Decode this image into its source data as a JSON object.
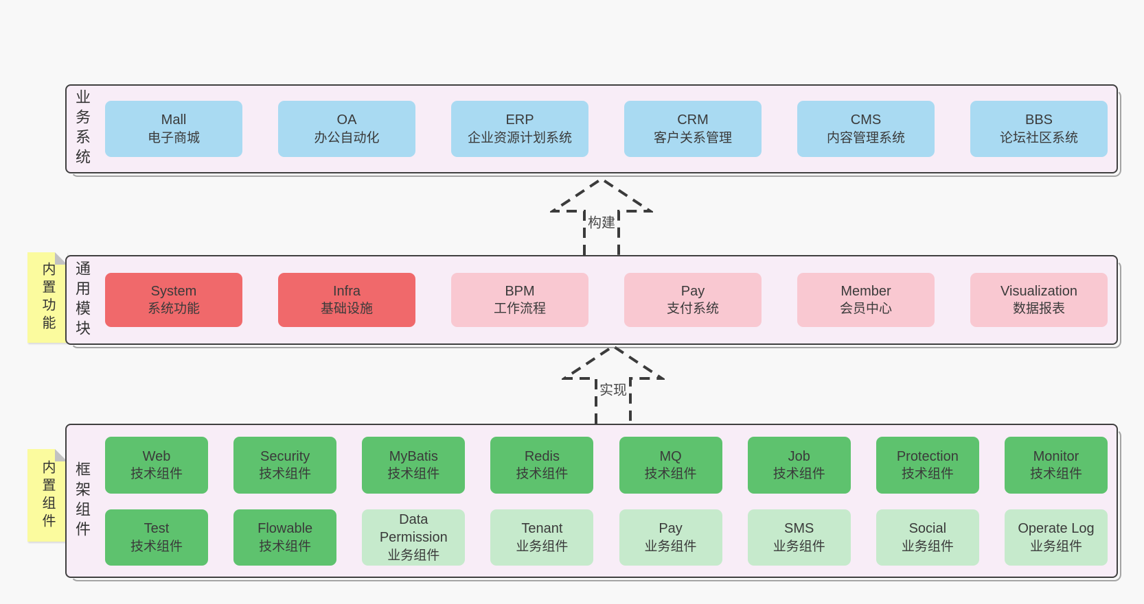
{
  "colors": {
    "page_bg": "#f8f8f8",
    "container_bg": "#f8edf7",
    "container_border": "#3f3f3f",
    "blue": "#a9daf2",
    "red": "#f0696b",
    "pink": "#f9c8d1",
    "green": "#5ec26e",
    "green_light": "#c6eacc",
    "note_yellow": "#fbfb9e",
    "text": "#3a3a3a"
  },
  "layers": {
    "business": {
      "label": "业务系统",
      "boxes": [
        {
          "name": "Mall",
          "subtitle": "电子商城",
          "variant": "blue"
        },
        {
          "name": "OA",
          "subtitle": "办公自动化",
          "variant": "blue"
        },
        {
          "name": "ERP",
          "subtitle": "企业资源计划系统",
          "variant": "blue"
        },
        {
          "name": "CRM",
          "subtitle": "客户关系管理",
          "variant": "blue"
        },
        {
          "name": "CMS",
          "subtitle": "内容管理系统",
          "variant": "blue"
        },
        {
          "name": "BBS",
          "subtitle": "论坛社区系统",
          "variant": "blue"
        }
      ]
    },
    "modules": {
      "label": "通用模块",
      "note": "内置功能",
      "boxes": [
        {
          "name": "System",
          "subtitle": "系统功能",
          "variant": "red"
        },
        {
          "name": "Infra",
          "subtitle": "基础设施",
          "variant": "red"
        },
        {
          "name": "BPM",
          "subtitle": "工作流程",
          "variant": "pink"
        },
        {
          "name": "Pay",
          "subtitle": "支付系统",
          "variant": "pink"
        },
        {
          "name": "Member",
          "subtitle": "会员中心",
          "variant": "pink"
        },
        {
          "name": "Visualization",
          "subtitle": "数据报表",
          "variant": "pink"
        }
      ]
    },
    "components": {
      "label": "框架组件",
      "note": "内置组件",
      "row1": [
        {
          "name": "Web",
          "subtitle": "技术组件",
          "variant": "green"
        },
        {
          "name": "Security",
          "subtitle": "技术组件",
          "variant": "green"
        },
        {
          "name": "MyBatis",
          "subtitle": "技术组件",
          "variant": "green"
        },
        {
          "name": "Redis",
          "subtitle": "技术组件",
          "variant": "green"
        },
        {
          "name": "MQ",
          "subtitle": "技术组件",
          "variant": "green"
        },
        {
          "name": "Job",
          "subtitle": "技术组件",
          "variant": "green"
        },
        {
          "name": "Protection",
          "subtitle": "技术组件",
          "variant": "green"
        },
        {
          "name": "Monitor",
          "subtitle": "技术组件",
          "variant": "green"
        }
      ],
      "row2": [
        {
          "name": "Test",
          "subtitle": "技术组件",
          "variant": "green"
        },
        {
          "name": "Flowable",
          "subtitle": "技术组件",
          "variant": "green"
        },
        {
          "name": "Data Permission",
          "subtitle": "业务组件",
          "variant": "green-light"
        },
        {
          "name": "Tenant",
          "subtitle": "业务组件",
          "variant": "green-light"
        },
        {
          "name": "Pay",
          "subtitle": "业务组件",
          "variant": "green-light"
        },
        {
          "name": "SMS",
          "subtitle": "业务组件",
          "variant": "green-light"
        },
        {
          "name": "Social",
          "subtitle": "业务组件",
          "variant": "green-light"
        },
        {
          "name": "Operate Log",
          "subtitle": "业务组件",
          "variant": "green-light"
        }
      ]
    }
  },
  "arrows": {
    "build": {
      "label": "构建"
    },
    "implement": {
      "label": "实现"
    }
  }
}
